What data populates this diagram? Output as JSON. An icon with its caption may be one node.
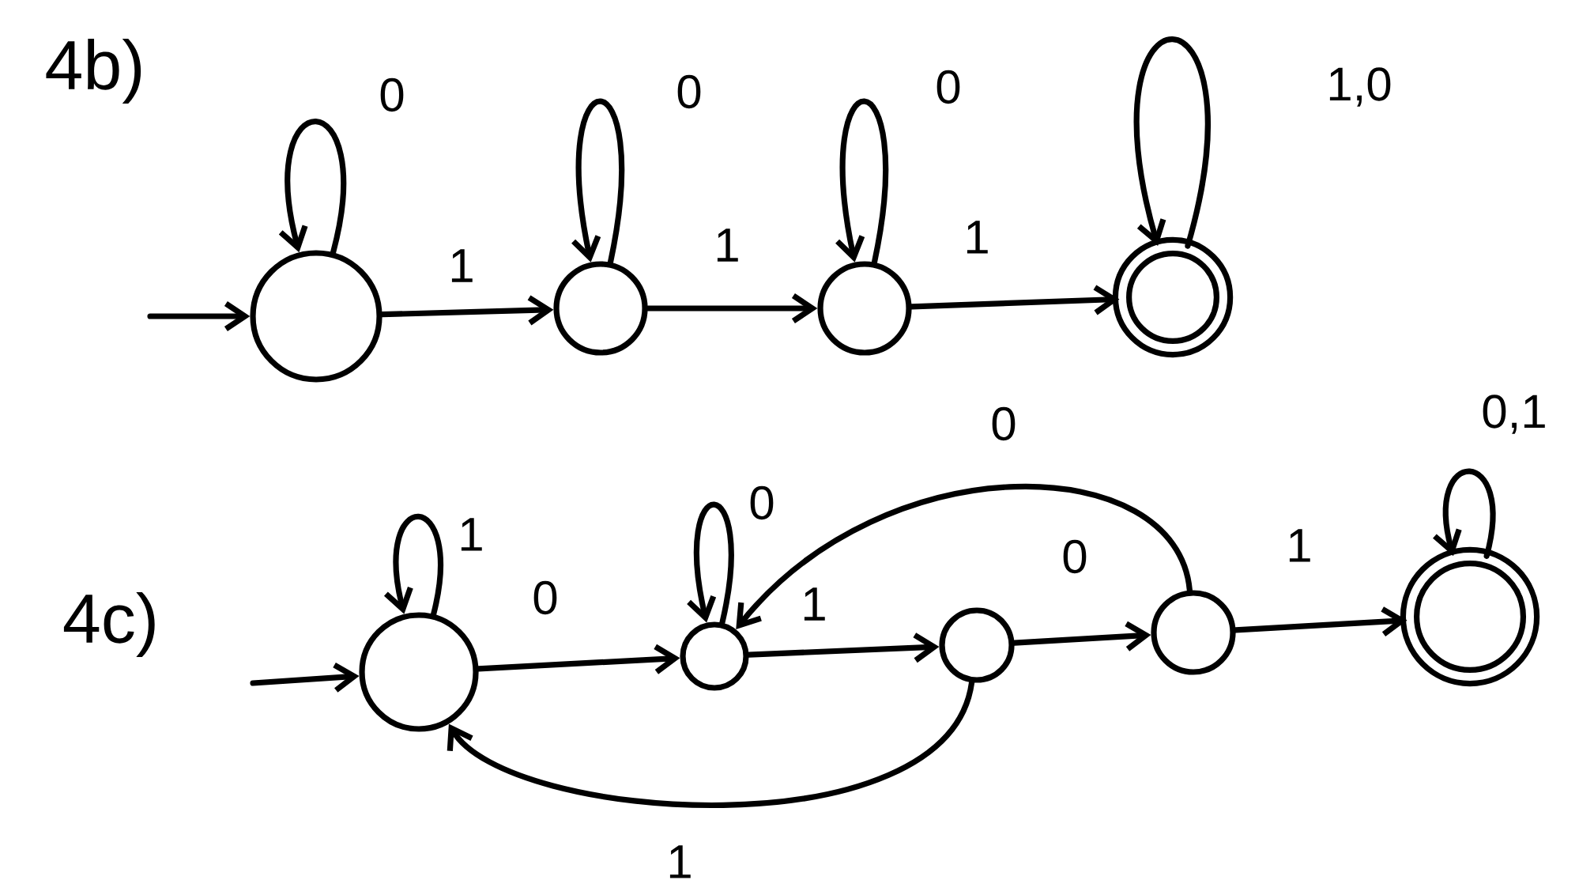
{
  "diagram": {
    "nodes": [
      {
        "text": [],
        "shape": "circle"
      },
      {
        "text": [],
        "shape": "circle"
      },
      {
        "text": [],
        "shape": "circle"
      },
      {
        "text": [],
        "shape": "ring"
      },
      {
        "text": [],
        "shape": "circle"
      },
      {
        "text": [],
        "shape": "circle"
      },
      {
        "text": [],
        "shape": "circle"
      },
      {
        "text": [],
        "shape": "circle"
      },
      {
        "text": [],
        "shape": "ring"
      }
    ],
    "edges": [
      {
        "from": null,
        "to": 0,
        "arrow": "to"
      },
      {
        "from": 0,
        "to": 0,
        "arrow": "to",
        "label": "0"
      },
      {
        "from": 0,
        "to": 1,
        "arrow": "to",
        "label": "1"
      },
      {
        "from": 1,
        "to": 1,
        "arrow": "to",
        "label": "0"
      },
      {
        "from": 1,
        "to": 2,
        "arrow": "to",
        "label": "1"
      },
      {
        "from": 2,
        "to": 2,
        "arrow": "to",
        "label": "0"
      },
      {
        "from": 2,
        "to": 3,
        "arrow": "to",
        "label": "1"
      },
      {
        "from": 3,
        "to": 3,
        "arrow": "to",
        "label": "1,0"
      },
      {
        "from": null,
        "to": 4,
        "arrow": "to"
      },
      {
        "from": 4,
        "to": 4,
        "arrow": "to",
        "label": "1"
      },
      {
        "from": 4,
        "to": 5,
        "arrow": "to",
        "label": "0"
      },
      {
        "from": 5,
        "to": 5,
        "arrow": "to",
        "label": "0"
      },
      {
        "from": 5,
        "to": 6,
        "arrow": "to",
        "label": "1"
      },
      {
        "from": 6,
        "to": 7,
        "arrow": "to",
        "label": "0"
      },
      {
        "from": 7,
        "to": 5,
        "arrow": "to",
        "label": "0"
      },
      {
        "from": 6,
        "to": 4,
        "arrow": "to",
        "label": "1"
      },
      {
        "from": 7,
        "to": 8,
        "arrow": "to",
        "label": "1"
      },
      {
        "from": 8,
        "to": 8,
        "arrow": "to",
        "label": "0,1"
      }
    ],
    "labels": [
      "4b)",
      "4c)"
    ]
  }
}
